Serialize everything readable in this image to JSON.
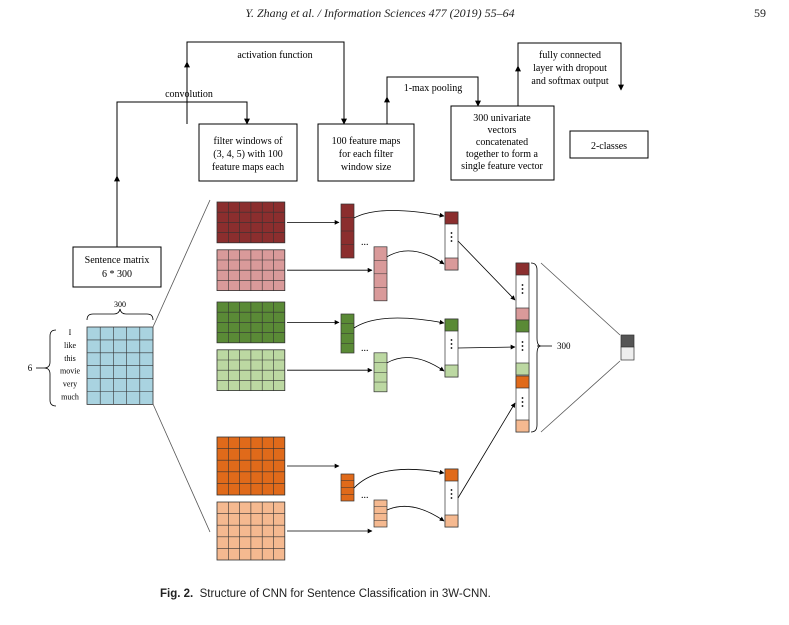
{
  "header": {
    "title": "Y. Zhang et al. / Information Sciences 477 (2019) 55–64",
    "page_number": "59"
  },
  "labels": {
    "activation": "activation function",
    "convolution": "convolution",
    "pooling": "1-max pooling",
    "fully_connected": [
      "fully connected",
      "layer with dropout",
      "and softmax output"
    ],
    "filter_windows": [
      "filter windows of",
      "(3, 4, 5) with 100",
      "feature maps each"
    ],
    "feature_maps": [
      "100 feature maps",
      "for each filter",
      "window size"
    ],
    "univariate": [
      "300 univariate",
      "vectors",
      "concatenated",
      "together to form a",
      "single feature vector"
    ],
    "classes": "2-classes",
    "sentence_matrix": [
      "Sentence matrix",
      "6 * 300"
    ],
    "dim_300": "300",
    "dim_6": "6",
    "concat_300": "300",
    "ellipsis": "...",
    "words": [
      "I",
      "like",
      "this",
      "movie",
      "very",
      "much"
    ]
  },
  "colors": {
    "dark_red": "#8b2e2e",
    "pink": "#d99a9a",
    "dark_green": "#5a8a36",
    "light_green": "#bcd8a2",
    "orange": "#e06a1a",
    "peach": "#f5b990",
    "blue_matrix": "#a9d3e0",
    "output_dark": "#555555",
    "output_light": "#eeeeee"
  },
  "caption": {
    "label": "Fig. 2.",
    "text": "Structure of CNN for Sentence Classification in 3W-CNN."
  }
}
